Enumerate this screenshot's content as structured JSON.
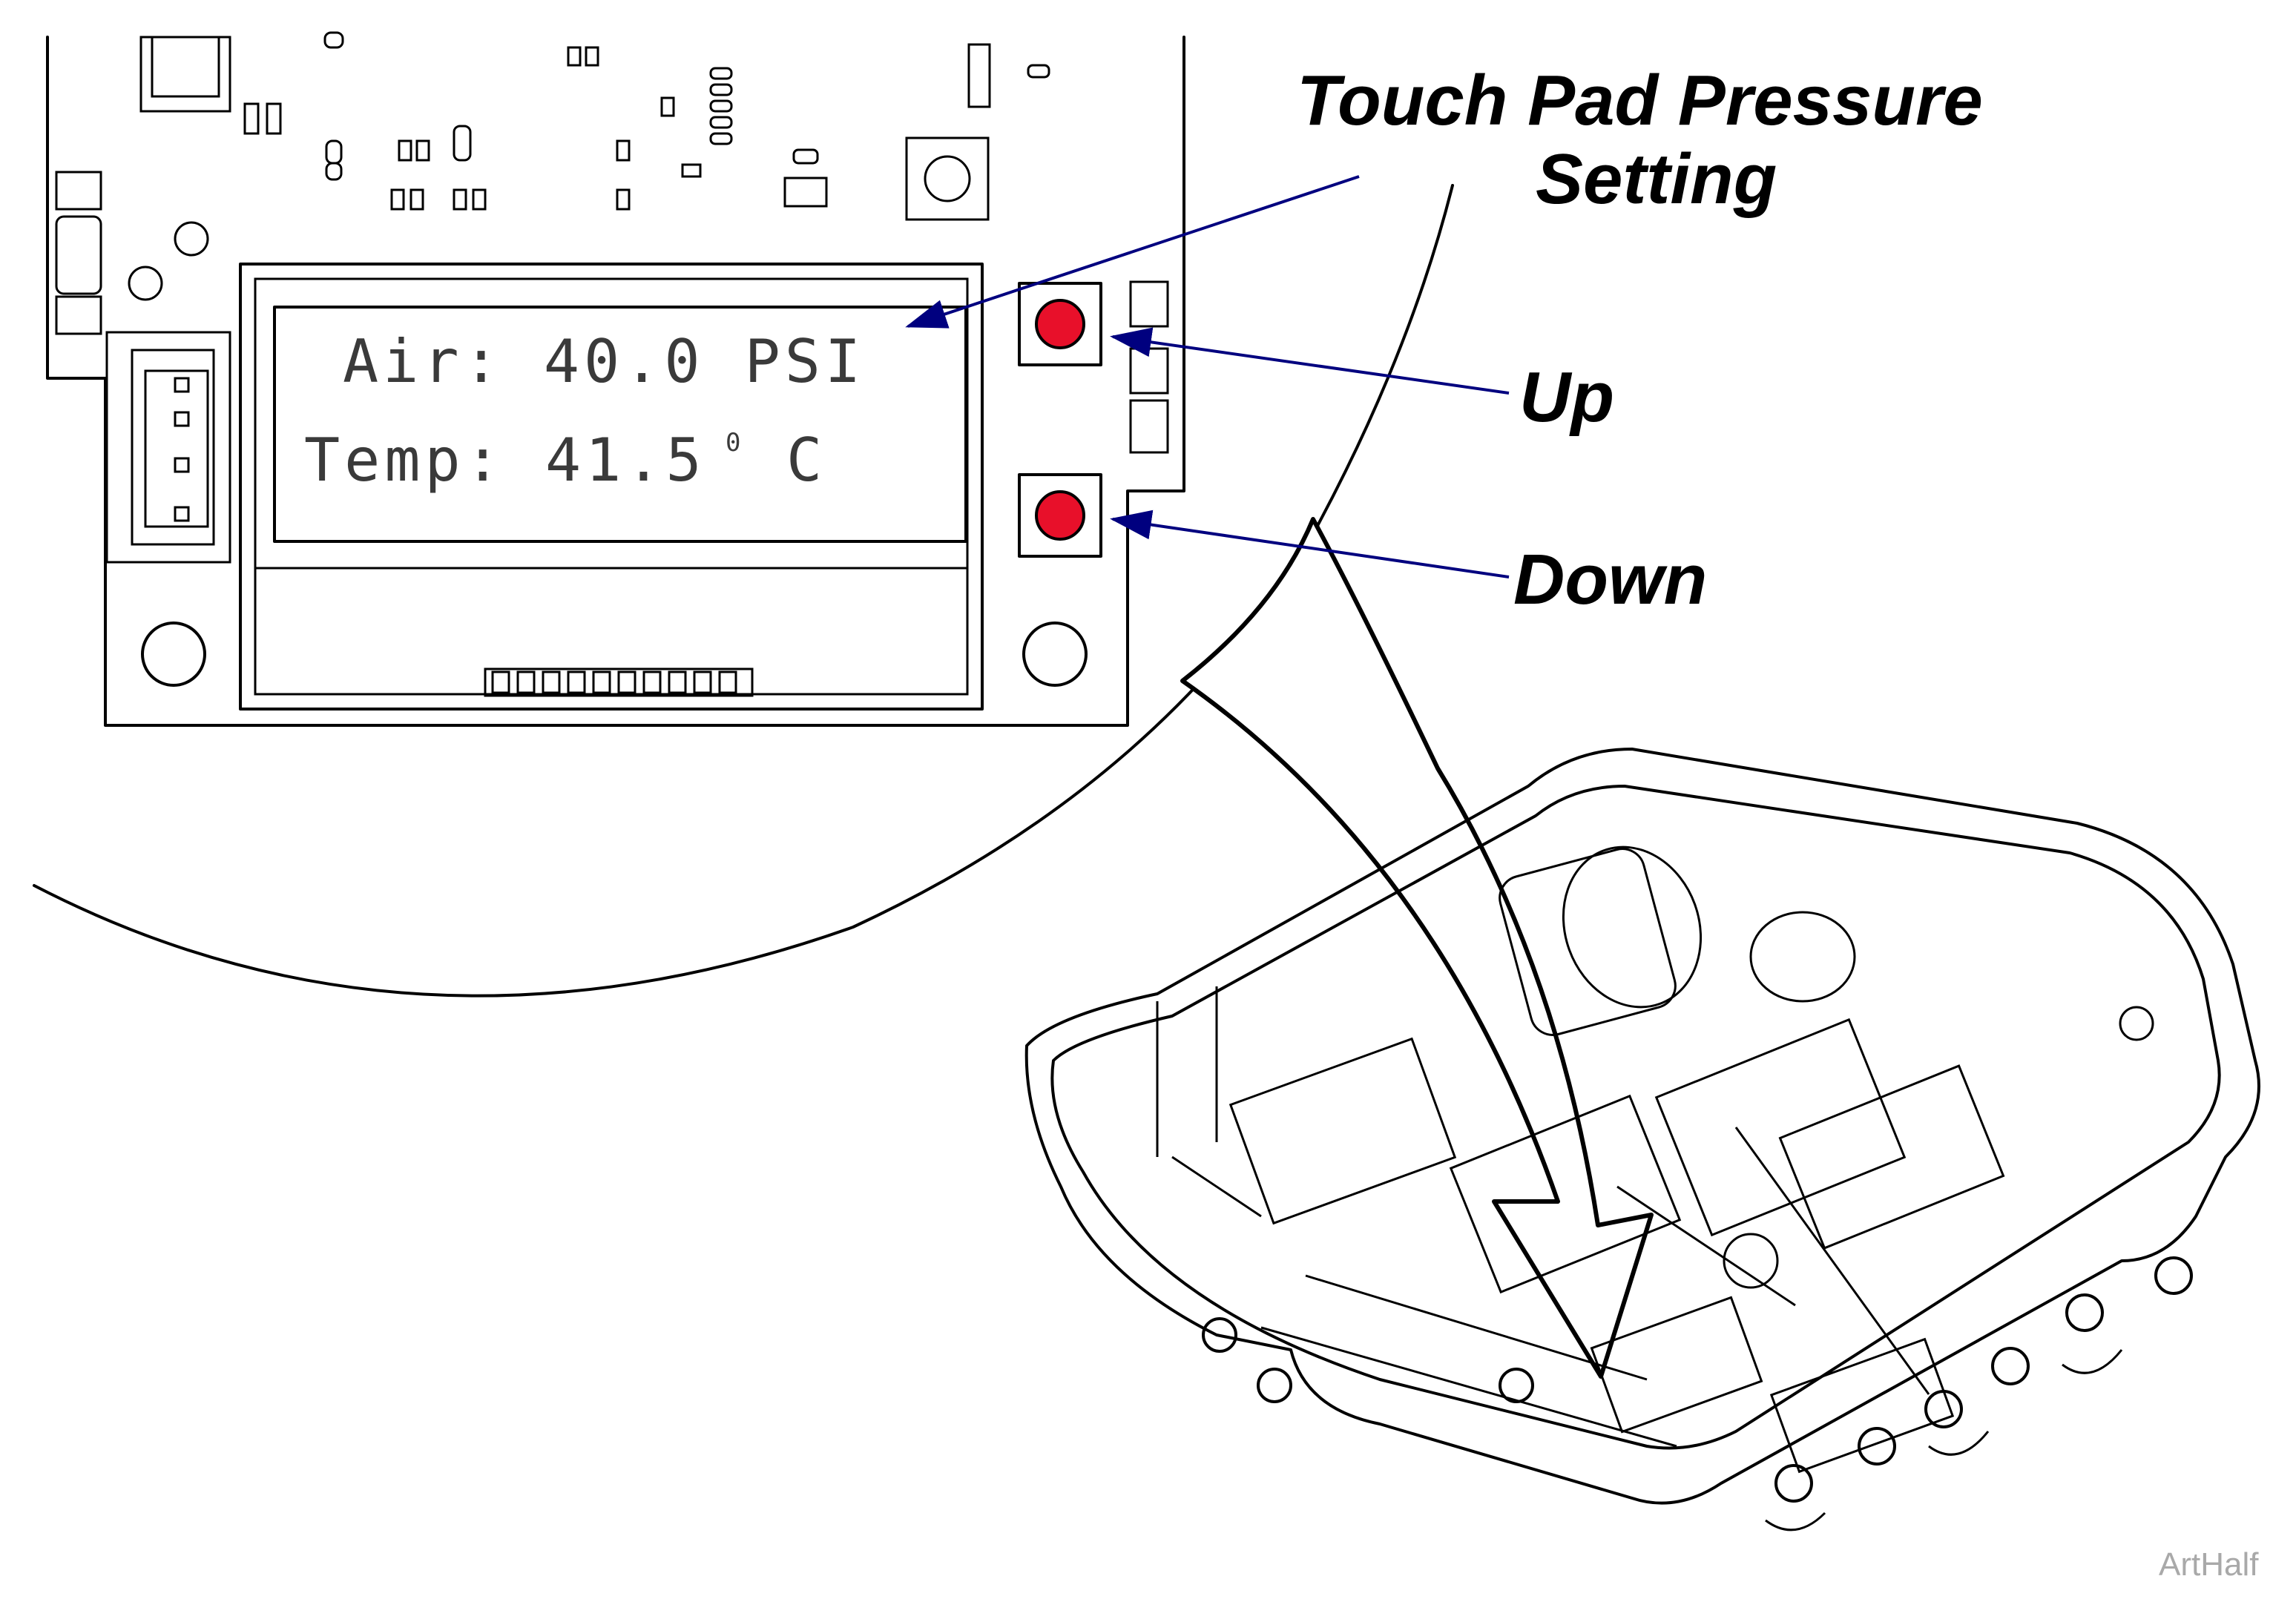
{
  "callouts": {
    "touch_pad_line1": "Touch Pad Pressure",
    "touch_pad_line2": "Setting",
    "up": "Up",
    "down": "Down"
  },
  "display": {
    "line1": "Air: 40.0 PSI",
    "line2_prefix": "Temp: 41.5",
    "line2_degree": "0",
    "line2_suffix": "C"
  },
  "buttons": {
    "color": "#e8102a"
  },
  "callout_color": "#00007f",
  "watermark": "ArtHalf",
  "icons": [
    "up-button-icon",
    "down-button-icon",
    "curved-pointer-arrow-icon"
  ]
}
